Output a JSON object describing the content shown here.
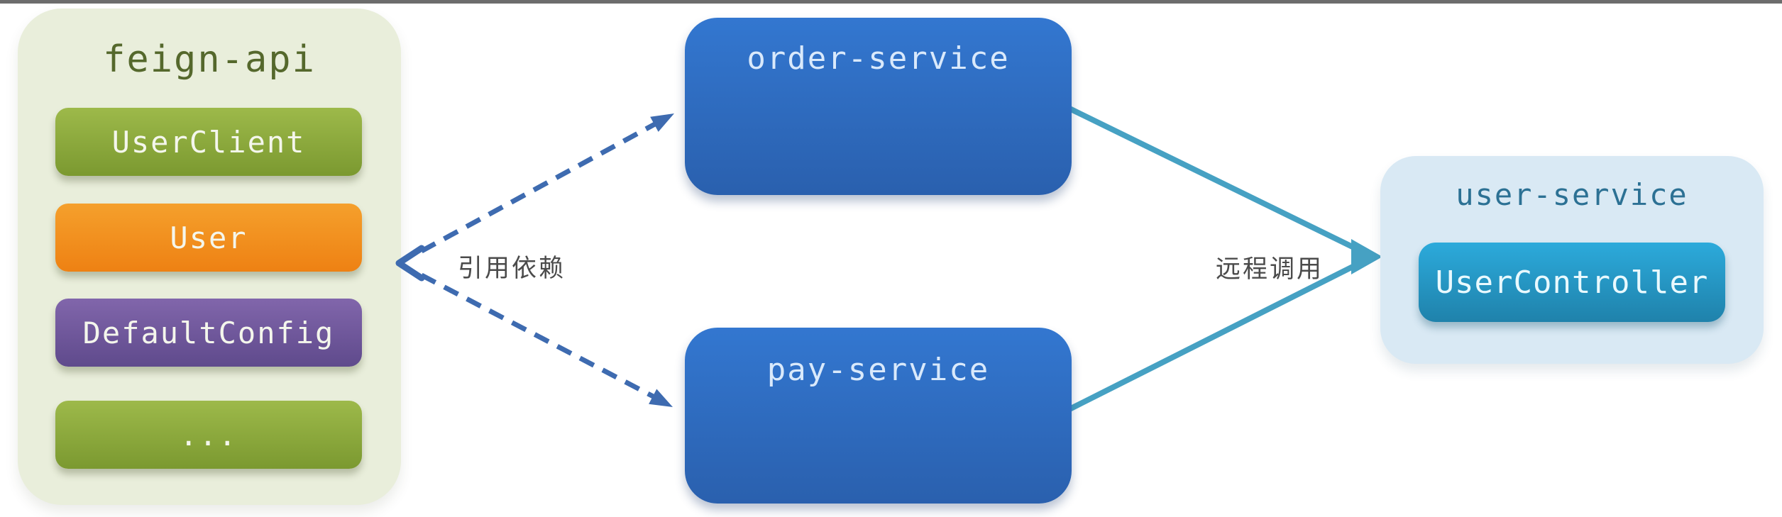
{
  "diagram": {
    "feign_group": {
      "title": "feign-api",
      "items": [
        {
          "label": "UserClient",
          "color_top": "#9db94a",
          "color_bottom": "#7b9930"
        },
        {
          "label": "User",
          "color_top": "#f5a02c",
          "color_bottom": "#ee8113"
        },
        {
          "label": "DefaultConfig",
          "color_top": "#8166ab",
          "color_bottom": "#5f4a8c"
        },
        {
          "label": "...",
          "color_top": "#9db94a",
          "color_bottom": "#7b9930"
        }
      ]
    },
    "service_nodes": [
      {
        "label": "order-service"
      },
      {
        "label": "pay-service"
      }
    ],
    "user_group": {
      "title": "user-service",
      "items": [
        {
          "label": "UserController",
          "color_top": "#2caadb",
          "color_bottom": "#1f82ab"
        }
      ]
    },
    "edges": [
      {
        "label": "引用依赖",
        "style": "dashed",
        "color": "#3e6bb0",
        "from": "order-service / pay-service",
        "to": "feign-api"
      },
      {
        "label": "远程调用",
        "style": "solid",
        "color": "#46a1c3",
        "from": "order-service / pay-service",
        "to": "user-service"
      }
    ]
  },
  "colors": {
    "page_background": "#ffffff",
    "top_strip": "#6c6c6c",
    "feign_panel_bg": "#e9eedb",
    "feign_title_text": "#55682c",
    "service_node_top": "#3377d0",
    "service_node_bottom": "#2a60ae",
    "service_node_text": "#d9e9fb",
    "user_panel_bg": "#d9e9f4",
    "user_title_text": "#2c7194",
    "item_text": "#f4f6ec",
    "edge_label_text": "#4b4b4b",
    "dashed_arrow": "#3e6bb0",
    "solid_arrow": "#46a1c3"
  }
}
